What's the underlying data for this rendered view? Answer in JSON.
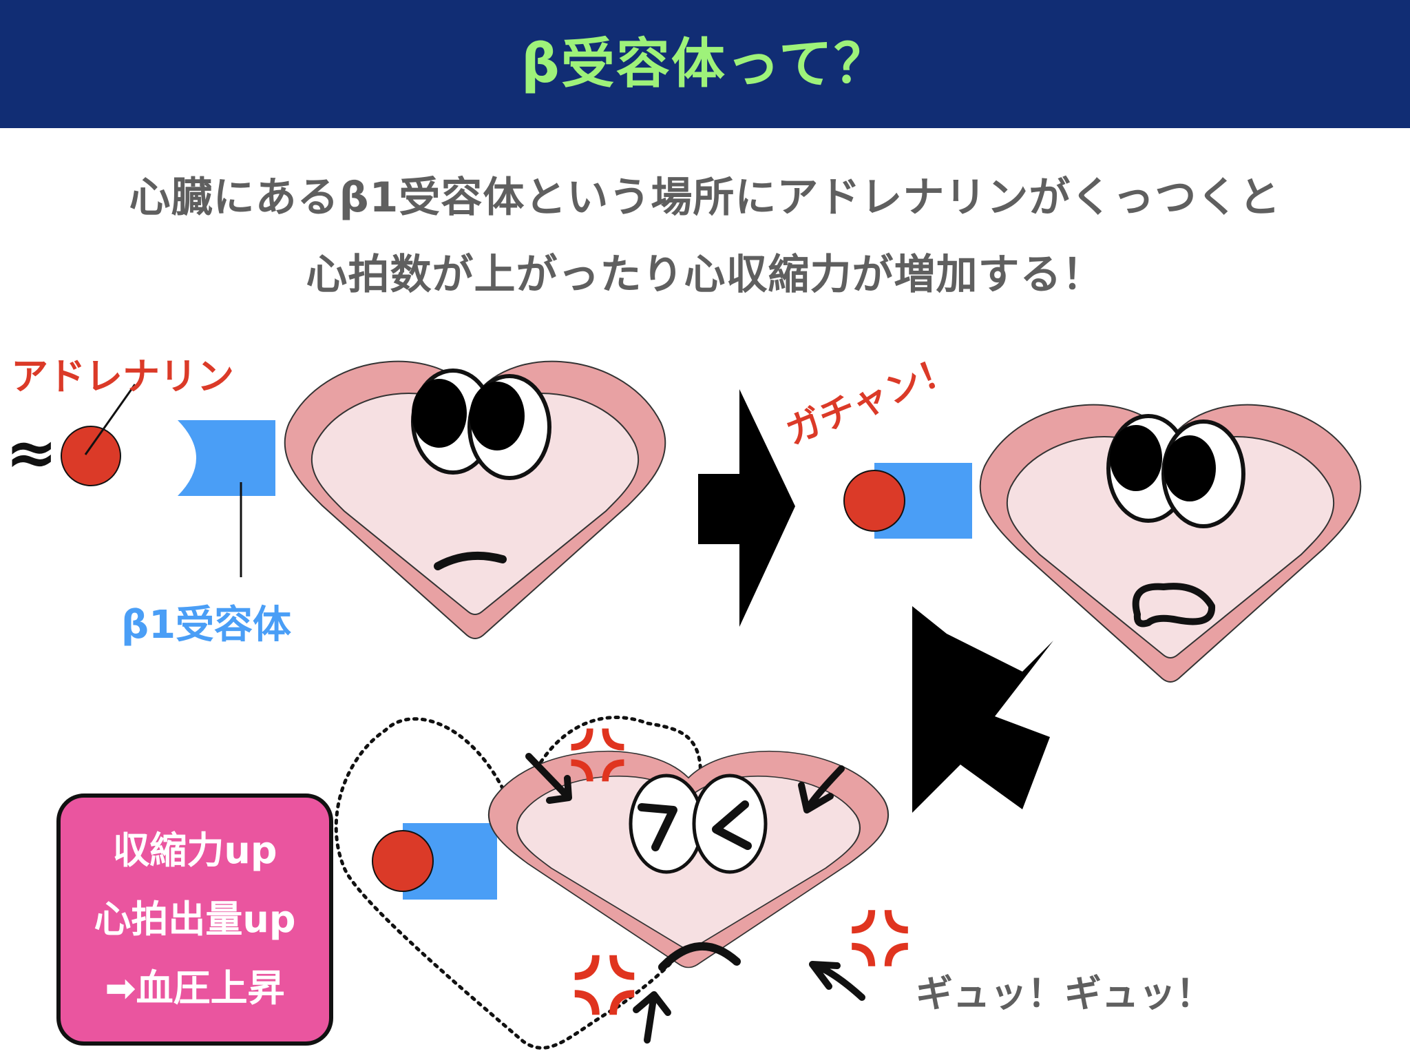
{
  "header": {
    "title": "β受容体って？"
  },
  "intro": {
    "line1": "心臓にあるβ1受容体という場所にアドレナリンがくっつくと",
    "line2": "心拍数が上がったり心収縮力が増加する！"
  },
  "labels": {
    "adrenaline": "アドレナリン",
    "receptor": "β1受容体",
    "gachan": "ガチャン！",
    "gyu": "ギュッ！ギュッ！",
    "wave": "≈"
  },
  "summary": {
    "lines": [
      "収縮力up",
      "心拍出量up",
      "➡血圧上昇"
    ]
  },
  "colors": {
    "header_bg": "#112d74",
    "title": "#9ef27a",
    "intro_text": "#5f5f5f",
    "adrenaline": "#db3a28",
    "receptor": "#4a9ef6",
    "heart_outer": "#e8a1a3",
    "heart_inner": "#f6e0e2",
    "summary_bg": "#ea559f",
    "gyu_text": "#5f5f5f"
  }
}
